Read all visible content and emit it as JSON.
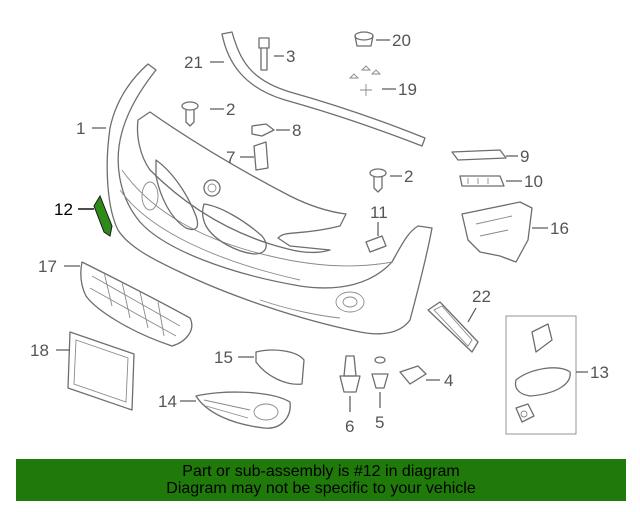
{
  "callouts": {
    "c1": "1",
    "c2a": "2",
    "c2b": "2",
    "c3": "3",
    "c4": "4",
    "c5": "5",
    "c6": "6",
    "c7": "7",
    "c8": "8",
    "c9": "9",
    "c10": "10",
    "c11": "11",
    "c12": "12",
    "c13": "13",
    "c14": "14",
    "c15": "15",
    "c16": "16",
    "c17": "17",
    "c18": "18",
    "c19": "19",
    "c20": "20",
    "c21": "21",
    "c22": "22"
  },
  "highlighted_part": "12",
  "colors": {
    "banner": "#1f7a0a",
    "highlight_part": "#2e8b1a",
    "line": "#6e6e6e"
  },
  "banner": {
    "line1": "Part or sub-assembly is #12 in diagram",
    "line2": "Diagram may not be specific to your vehicle"
  }
}
